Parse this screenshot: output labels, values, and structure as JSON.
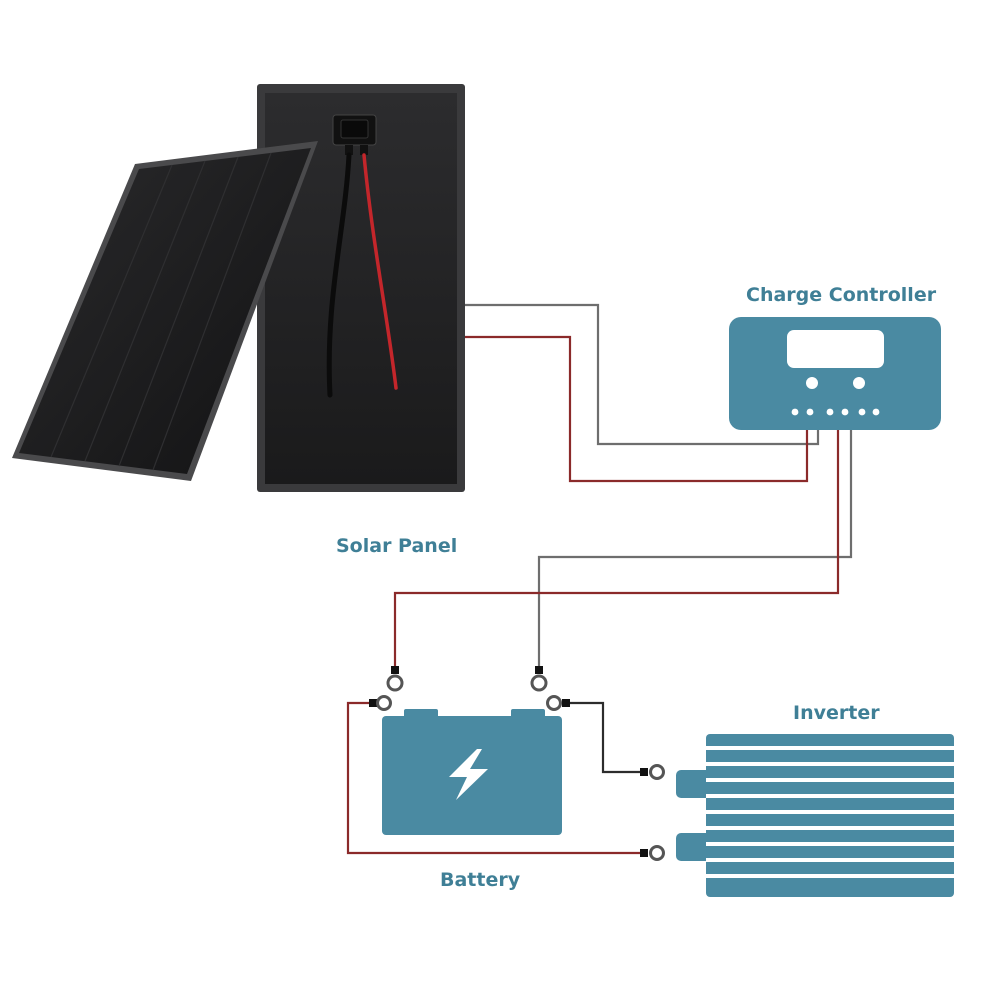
{
  "labels": {
    "charge_controller": "Charge Controller",
    "solar_panel": "Solar Panel",
    "inverter": "Inverter",
    "battery": "Battery"
  },
  "colors": {
    "accent": "#4a8aa2",
    "label": "#3f7f96",
    "wire_positive": "#8b2a2a",
    "wire_negative": "#6e6e6e",
    "panel_dark": "#1d1d1f"
  },
  "icons": {
    "battery": "lightning-bolt-icon",
    "terminal": "ring-terminal-icon"
  }
}
